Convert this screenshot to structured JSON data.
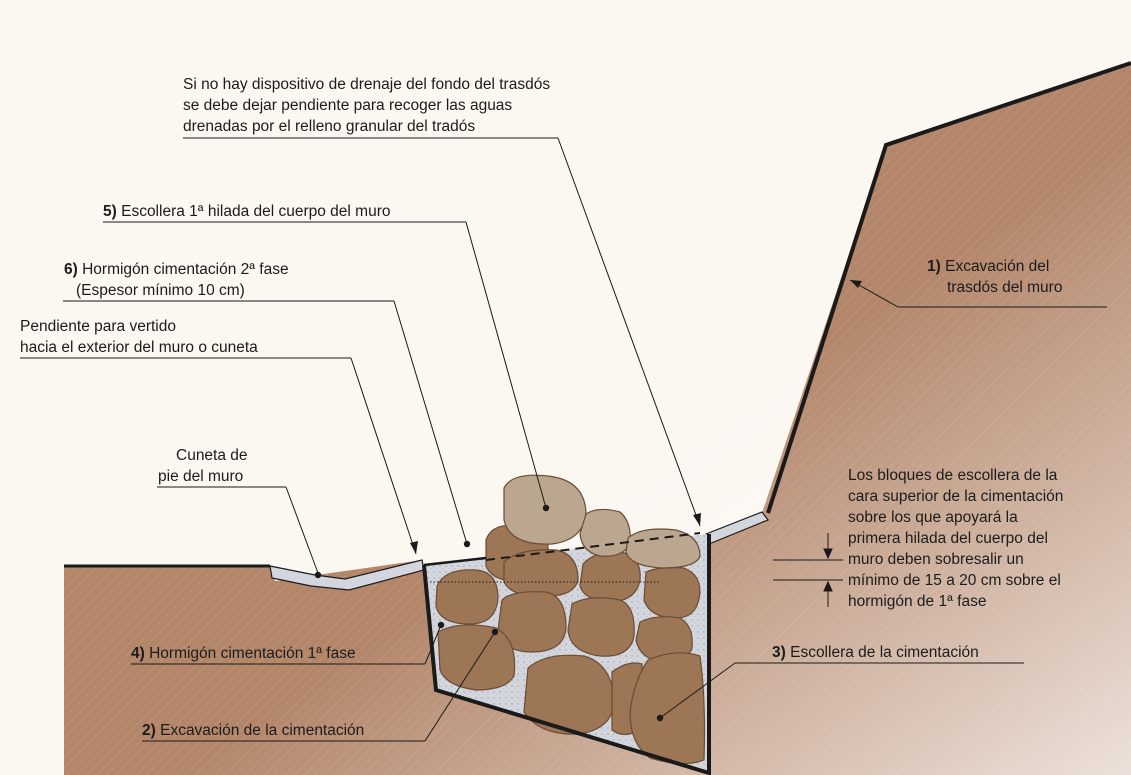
{
  "labels": {
    "note_drenaje": {
      "lines": [
        "Si no hay dispositivo de drenaje del fondo del trasdós",
        "se debe dejar pendiente para recoger las aguas",
        "drenadas por el relleno granular del tradós"
      ]
    },
    "item5": {
      "num": "5)",
      "text": " Escollera 1ª hilada del cuerpo del muro"
    },
    "item6": {
      "num": "6)",
      "text": " Hormigón cimentación 2ª fase",
      "line2": "(Espesor mínimo 10 cm)"
    },
    "pendiente": {
      "lines": [
        "Pendiente para vertido",
        "hacia el exterior del muro o cuneta"
      ]
    },
    "cuneta": {
      "lines": [
        "Cuneta de",
        "pie del muro"
      ]
    },
    "item1": {
      "num": "1)",
      "text": " Excavación del",
      "line2": "trasdós del muro"
    },
    "note_bloques": {
      "lines": [
        "Los bloques de escollera de la",
        "cara superior de la cimentación",
        "sobre los que apoyará la",
        "primera hilada del cuerpo del",
        "muro deben sobresalir un",
        "mínimo de 15 a 20 cm sobre el",
        "hormigón de 1ª fase"
      ]
    },
    "item4": {
      "num": "4)",
      "text": " Hormigón cimentación 1ª fase"
    },
    "item3": {
      "num": "3)",
      "text": " Escollera de la cimentación"
    },
    "item2": {
      "num": "2)",
      "text": " Excavación de la cimentación"
    }
  },
  "colors": {
    "ground": "#b3866a",
    "rock": "#9c7655",
    "rock_top": "#bba690",
    "concrete": "#d3d6dc",
    "line": "#1a1a1a"
  }
}
